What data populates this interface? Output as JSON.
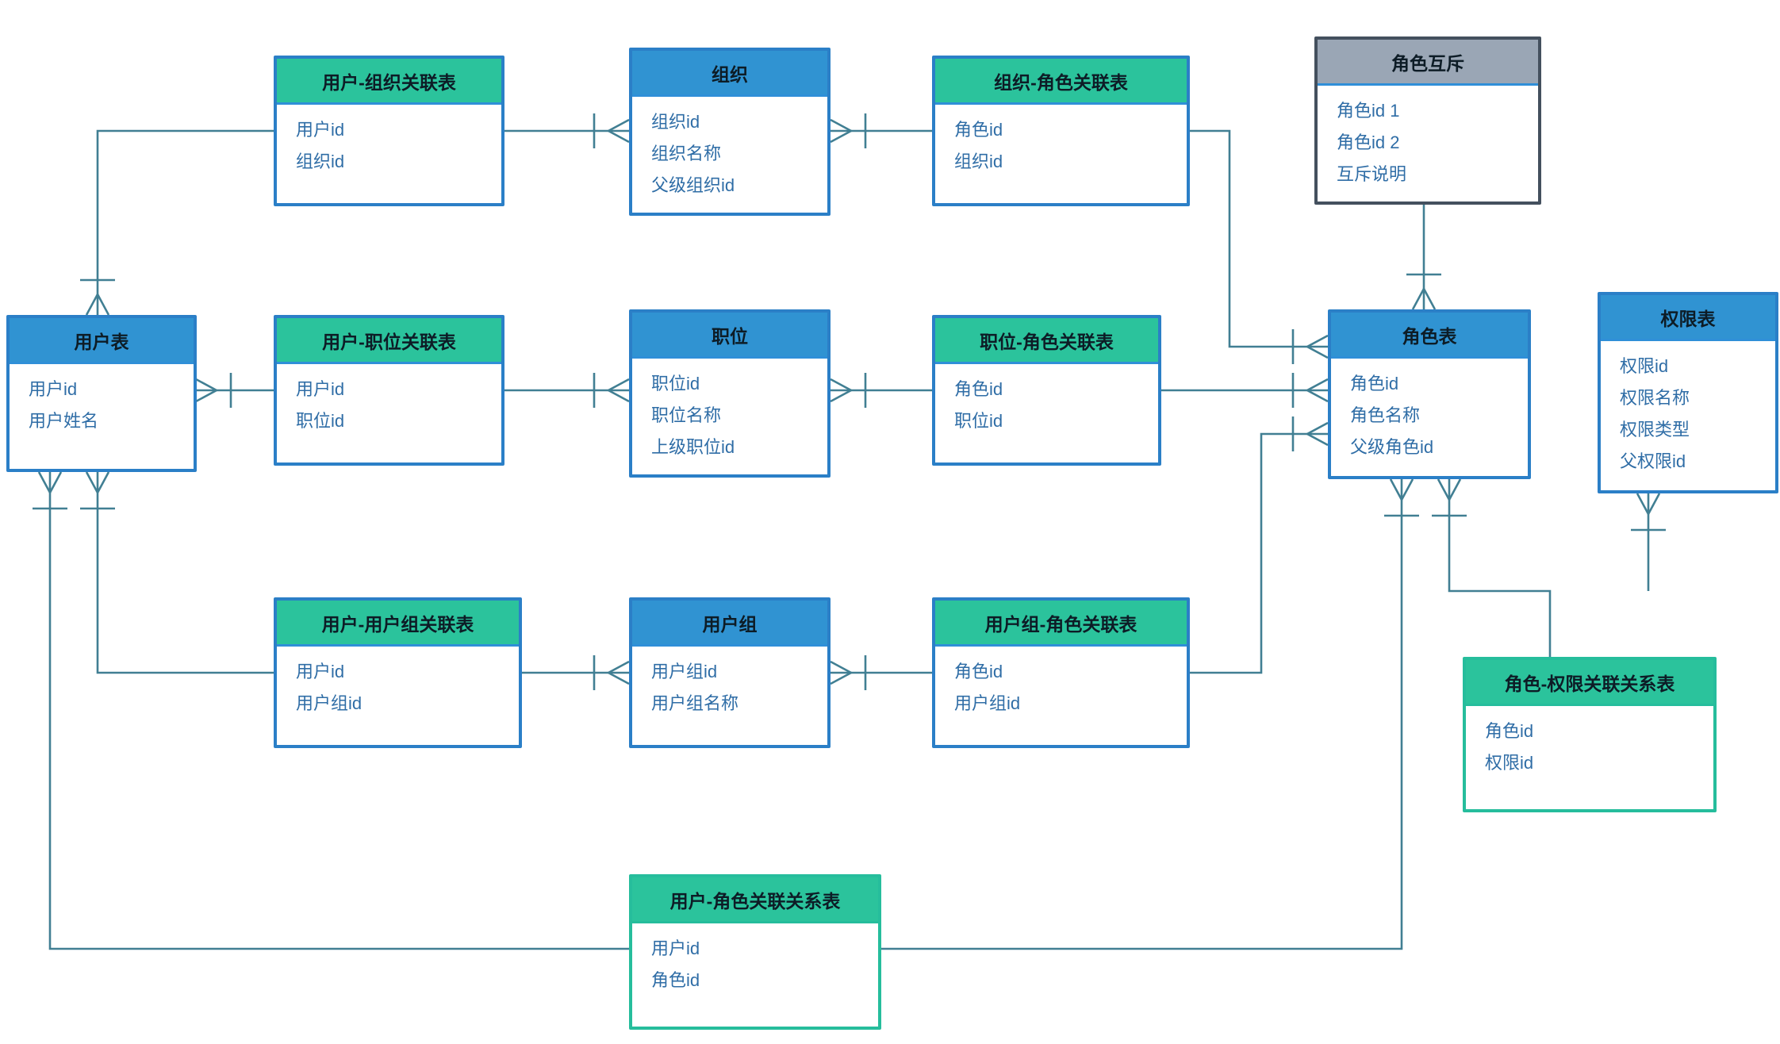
{
  "tables": {
    "user_org": {
      "title": "用户-组织关联表",
      "fields": [
        "用户id",
        "组织id"
      ]
    },
    "org": {
      "title": "组织",
      "fields": [
        "组织id",
        "组织名称",
        "父级组织id"
      ]
    },
    "org_role": {
      "title": "组织-角色关联表",
      "fields": [
        "角色id",
        "组织id"
      ]
    },
    "role_mutex": {
      "title": "角色互斥",
      "fields": [
        "角色id 1",
        "角色id 2",
        "互斥说明"
      ]
    },
    "user": {
      "title": "用户表",
      "fields": [
        "用户id",
        "用户姓名"
      ]
    },
    "user_pos": {
      "title": "用户-职位关联表",
      "fields": [
        "用户id",
        "职位id"
      ]
    },
    "pos": {
      "title": "职位",
      "fields": [
        "职位id",
        "职位名称",
        "上级职位id"
      ]
    },
    "pos_role": {
      "title": "职位-角色关联表",
      "fields": [
        "角色id",
        "职位id"
      ]
    },
    "role": {
      "title": "角色表",
      "fields": [
        "角色id",
        "角色名称",
        "父级角色id"
      ]
    },
    "perm": {
      "title": "权限表",
      "fields": [
        "权限id",
        "权限名称",
        "权限类型",
        "父权限id"
      ]
    },
    "user_group": {
      "title": "用户-用户组关联表",
      "fields": [
        "用户id",
        "用户组id"
      ]
    },
    "group": {
      "title": "用户组",
      "fields": [
        "用户组id",
        "用户组名称"
      ]
    },
    "group_role": {
      "title": "用户组-角色关联表",
      "fields": [
        "角色id",
        "用户组id"
      ]
    },
    "role_perm": {
      "title": "角色-权限关联关系表",
      "fields": [
        "角色id",
        "权限id"
      ]
    },
    "user_role": {
      "title": "用户-角色关联关系表",
      "fields": [
        "用户id",
        "角色id"
      ]
    }
  },
  "colors": {
    "blue_header": "#3093d2",
    "blue_border": "#2b7fc7",
    "green_header": "#2bc39c",
    "green_border": "#26bd9c",
    "gray_header": "#9aa6b5",
    "gray_border": "#44505e",
    "divider": "#2f8fd8",
    "connector": "#417f93",
    "field_text": "#2f6da6",
    "title_text": "#0d1c26"
  }
}
